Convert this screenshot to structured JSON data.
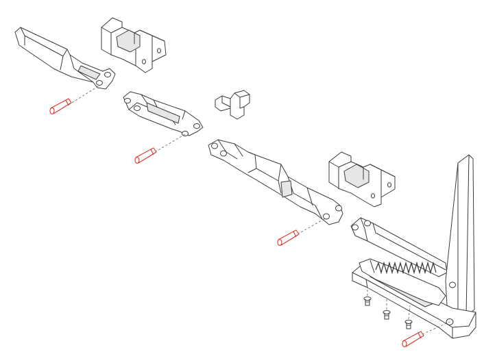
{
  "colors": {
    "line": "#3a3a3a",
    "pin": "#d9332b",
    "background": "#ffffff",
    "shade": "#e6e6e6"
  },
  "parts": [
    {
      "name": "hinge-arm-top",
      "role": "lever arm"
    },
    {
      "name": "hinge-bracket-top",
      "role": "U bracket"
    },
    {
      "name": "link-arm-middle",
      "role": "link arm"
    },
    {
      "name": "clip-small",
      "role": "clip"
    },
    {
      "name": "hinge-arm-long",
      "role": "lever arm"
    },
    {
      "name": "hinge-bracket-bottom",
      "role": "U bracket"
    },
    {
      "name": "hinge-base-assembly",
      "role": "base with spring"
    },
    {
      "name": "pin-1",
      "role": "pin"
    },
    {
      "name": "pin-2",
      "role": "pin"
    },
    {
      "name": "pin-3",
      "role": "pin"
    },
    {
      "name": "pin-4",
      "role": "pin"
    },
    {
      "name": "screw-1",
      "role": "screw"
    },
    {
      "name": "screw-2",
      "role": "screw"
    },
    {
      "name": "screw-3",
      "role": "screw"
    }
  ]
}
